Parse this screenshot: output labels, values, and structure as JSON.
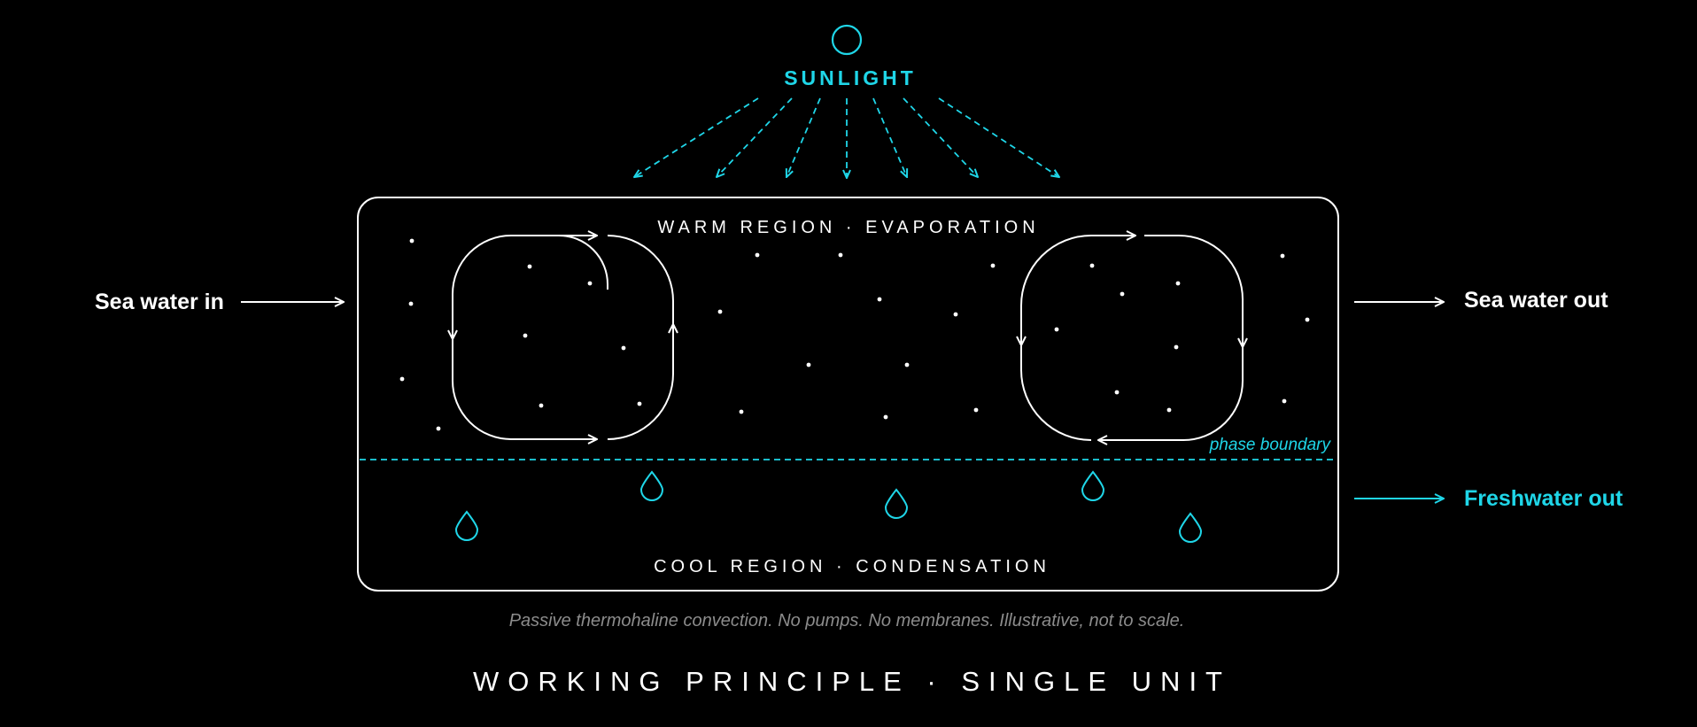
{
  "colors": {
    "background": "#000000",
    "line": "#ffffff",
    "accent": "#1fd6e8",
    "muted": "#8c8c8c"
  },
  "sun": {
    "label": "SUNLIGHT",
    "icon": "sun-icon"
  },
  "tank": {
    "warm_label": "WARM REGION · EVAPORATION",
    "cool_label": "COOL REGION · CONDENSATION",
    "boundary_label": "phase boundary"
  },
  "flows": {
    "inlet": "Sea water in",
    "outlet": "Sea water out",
    "freshwater": "Freshwater out"
  },
  "caption": "Passive thermohaline convection. No pumps. No membranes. Illustrative, not to scale.",
  "title": "WORKING PRINCIPLE · SINGLE UNIT"
}
